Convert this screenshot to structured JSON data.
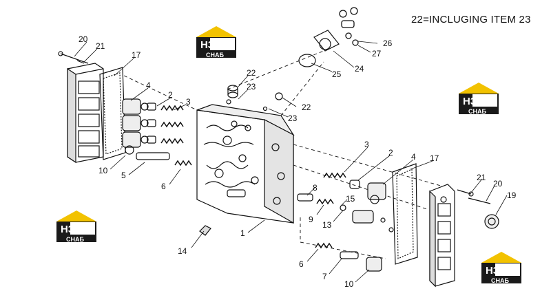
{
  "note": "22=INCLUGING ITEM 23",
  "watermark": {
    "top": "H3",
    "bottom": "CHAБ",
    "colors": {
      "roof": "#f2c200",
      "dark": "#1a1a1a",
      "light": "#ffffff"
    }
  },
  "callouts": {
    "c20a": "20",
    "c21a": "21",
    "c17a": "17",
    "c4a": "4",
    "c2a": "2",
    "c3a": "3",
    "c10a": "10",
    "c5": "5",
    "c6a": "6",
    "c14": "14",
    "c1": "1",
    "c22a": "22",
    "c23a": "23",
    "c22b": "22",
    "c23b": "23",
    "c26": "26",
    "c27": "27",
    "c24": "24",
    "c25": "25",
    "c3b": "3",
    "c2b": "2",
    "c4b": "4",
    "c17b": "17",
    "c21b": "21",
    "c20b": "20",
    "c19": "19",
    "c8": "8",
    "c15": "15",
    "c9": "9",
    "c13": "13",
    "c6b": "6",
    "c7": "7",
    "c10b": "10"
  }
}
